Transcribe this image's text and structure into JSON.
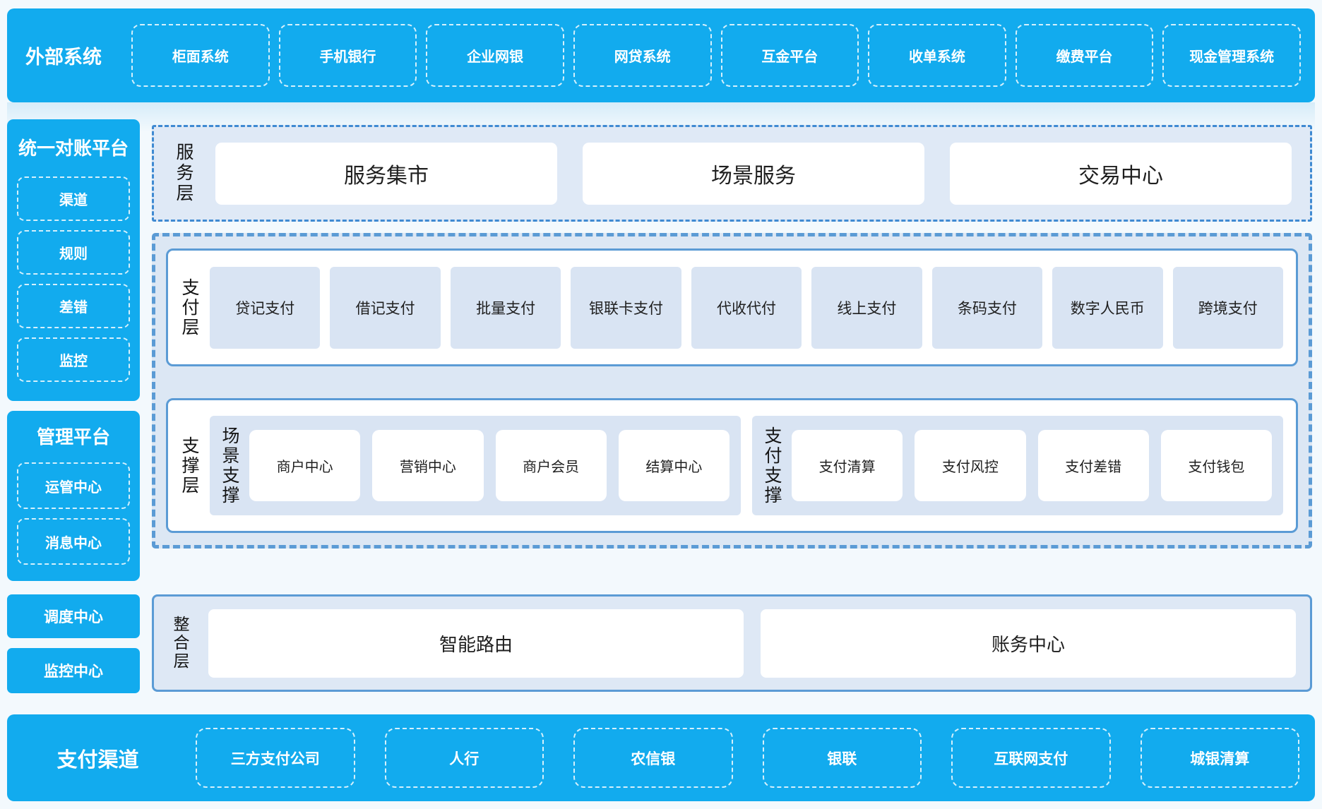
{
  "external": {
    "label": "外部系统",
    "items": [
      "柜面系统",
      "手机银行",
      "企业网银",
      "网贷系统",
      "互金平台",
      "收单系统",
      "缴费平台",
      "现金管理系统"
    ]
  },
  "sidebar": {
    "reconciliation": {
      "title": "统一对账平台",
      "items": [
        "渠道",
        "规则",
        "差错",
        "监控"
      ]
    },
    "management": {
      "title": "管理平台",
      "items": [
        "运管中心",
        "消息中心"
      ]
    },
    "scheduling_center": "调度中心",
    "monitoring_center": "监控中心"
  },
  "service_layer": {
    "label": "服务层",
    "cards": [
      "服务集市",
      "场景服务",
      "交易中心"
    ]
  },
  "payment_layer": {
    "label": "支付层",
    "cards": [
      "贷记支付",
      "借记支付",
      "批量支付",
      "银联卡支付",
      "代收代付",
      "线上支付",
      "条码支付",
      "数字人民币",
      "跨境支付"
    ]
  },
  "support_layer": {
    "label": "支撑层",
    "groups": [
      {
        "label": "场景支撑",
        "cards": [
          "商户中心",
          "营销中心",
          "商户会员",
          "结算中心"
        ]
      },
      {
        "label": "支付支撑",
        "cards": [
          "支付清算",
          "支付风控",
          "支付差错",
          "支付钱包"
        ]
      }
    ]
  },
  "integration_layer": {
    "label": "整合层",
    "cards": [
      "智能路由",
      "账务中心"
    ]
  },
  "channels": {
    "label": "支付渠道",
    "items": [
      "三方支付公司",
      "人行",
      "农信银",
      "银联",
      "互联网支付",
      "城银清算"
    ]
  },
  "colors": {
    "brand_blue": "#12ABEE",
    "panel_light_blue": "#DCE7F4",
    "card_light_blue": "#D9E4F3",
    "border_blue": "#5B9BD5",
    "dashdot_blue": "#3F8AD2",
    "text_dark": "#1F1F1F",
    "text_white": "#FFFFFF"
  }
}
